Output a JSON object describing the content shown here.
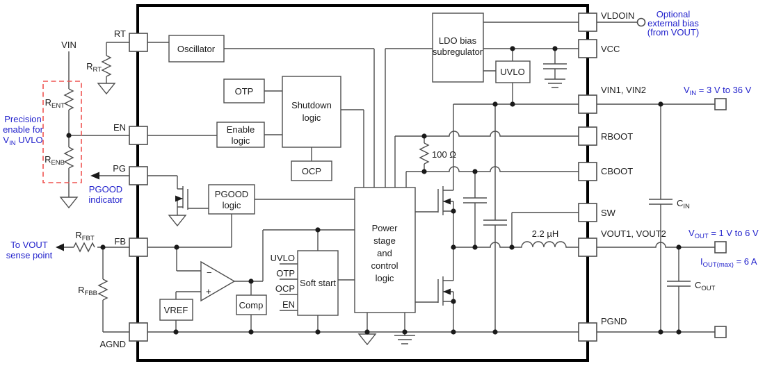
{
  "colors": {
    "blue": "#2222cc",
    "red": "#ef5350",
    "line": "#4d4d4d",
    "border": "#000000"
  },
  "pins": {
    "left": [
      "RT",
      "EN",
      "PG",
      "FB",
      "AGND"
    ],
    "right": [
      "VLDOIN",
      "VCC",
      "VIN1, VIN2",
      "RBOOT",
      "CBOOT",
      "SW",
      "VOUT1, VOUT2",
      "PGND"
    ]
  },
  "blocks": {
    "oscillator": "Oscillator",
    "otp": "OTP",
    "shutdown": {
      "l1": "Shutdown",
      "l2": "logic"
    },
    "enable": {
      "l1": "Enable",
      "l2": "logic"
    },
    "ocp": "OCP",
    "ldo": {
      "l1": "LDO bias",
      "l2": "subregulator"
    },
    "uvlo": "UVLO",
    "pgood": {
      "l1": "PGOOD",
      "l2": "logic"
    },
    "power": {
      "l1": "Power",
      "l2": "stage",
      "l3": "and",
      "l4": "control",
      "l5": "logic"
    },
    "soft_start": "Soft start",
    "comp": "Comp",
    "vref": "VREF"
  },
  "soft_start_inputs": [
    "UVLO",
    "OTP",
    "OCP",
    "EN"
  ],
  "opamp": {
    "minus": "−",
    "plus": "+"
  },
  "components": {
    "vin": "VIN",
    "r_rt": {
      "base": "R",
      "sub": "RT"
    },
    "r_ent": {
      "base": "R",
      "sub": "ENT"
    },
    "r_enb": {
      "base": "R",
      "sub": "ENB"
    },
    "r_fbt": {
      "base": "R",
      "sub": "FBT"
    },
    "r_fbb": {
      "base": "R",
      "sub": "FBB"
    },
    "r_boot": "100 Ω",
    "inductor": "2.2 µH",
    "c_in": {
      "base": "C",
      "sub": "IN"
    },
    "c_out": {
      "base": "C",
      "sub": "OUT"
    }
  },
  "annotations": {
    "precision_enable": {
      "l1": "Precision",
      "l2": "enable for",
      "l3_base": "V",
      "l3_sub": "IN",
      "l3_rest": " UVLO"
    },
    "pgood_indicator": {
      "l1": "PGOOD",
      "l2": "indicator"
    },
    "vout_sense": {
      "l1": "To VOUT",
      "l2": "sense point"
    },
    "optional_bias": {
      "l1": "Optional",
      "l2": "external bias",
      "l3": "(from VOUT)"
    },
    "vin_range": {
      "base": "V",
      "sub": "IN",
      "rest": " = 3 V to 36 V"
    },
    "vout_range": {
      "base": "V",
      "sub": "OUT",
      "rest": " = 1 V to 6 V"
    },
    "iout_max": {
      "base": "I",
      "sub": "OUT(max)",
      "rest": " = 6 A"
    }
  }
}
